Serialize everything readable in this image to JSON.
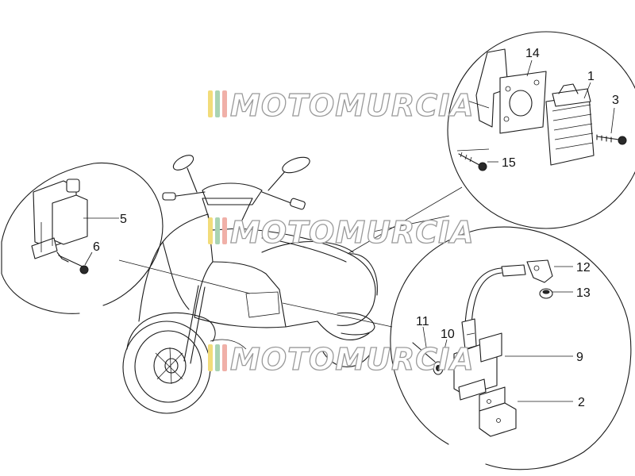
{
  "watermark": {
    "text": "MOTOMURCIA",
    "stripe_colors": [
      "#f2dc7a",
      "#a9d3b3",
      "#f0b0a8"
    ]
  },
  "callouts": {
    "c1": "1",
    "c2": "2",
    "c3": "3",
    "c5": "5",
    "c6": "6",
    "c9": "9",
    "c10": "10",
    "c11": "11",
    "c12": "12",
    "c13": "13",
    "c14": "14",
    "c15": "15"
  },
  "colors": {
    "line": "#1a1a1a",
    "watermark_outline": "#9a9a9a",
    "background": "#ffffff"
  }
}
